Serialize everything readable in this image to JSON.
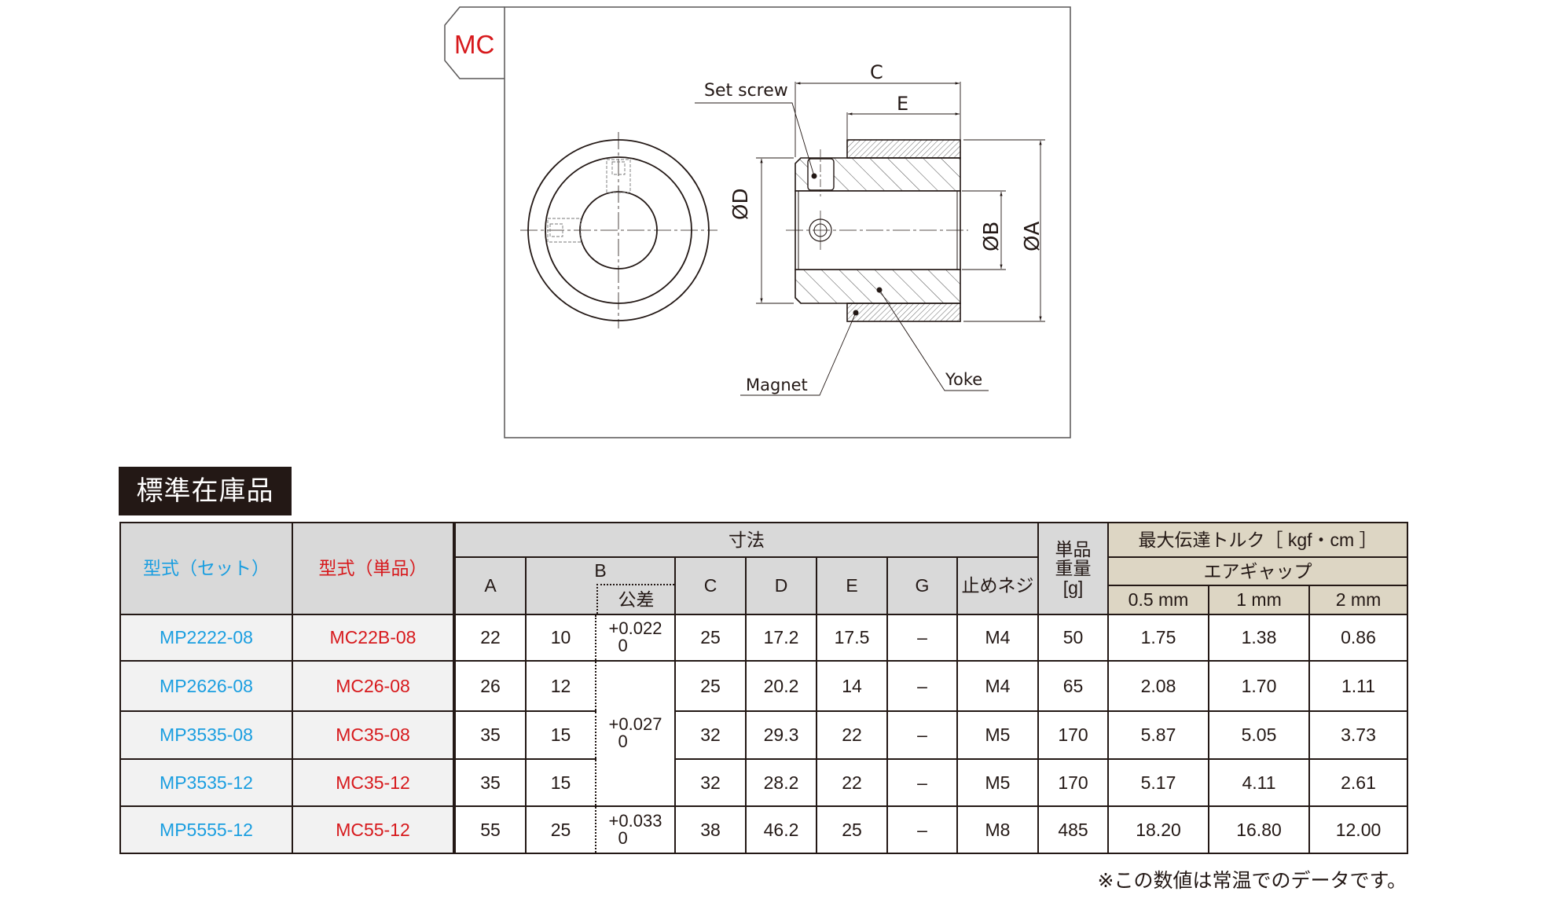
{
  "drawing": {
    "tab_label": "MC",
    "labels": {
      "set_screw": "Set screw",
      "magnet": "Magnet",
      "yoke": "Yoke",
      "dim_c": "C",
      "dim_e": "E",
      "dim_d": "ØD",
      "dim_b": "ØB",
      "dim_a": "ØA"
    }
  },
  "section_title": "標準在庫品",
  "table": {
    "headers": {
      "model_set": "型式（セット）",
      "model_single": "型式（単品）",
      "dimensions": "寸法",
      "A": "A",
      "B": "B",
      "tolerance": "公差",
      "C": "C",
      "D": "D",
      "E": "E",
      "G": "G",
      "set_screw": "止めネジ",
      "weight_line1": "単品",
      "weight_line2": "重量",
      "weight_unit": "[g]",
      "torque": "最大伝達トルク［ kgf・cm ］",
      "air_gap": "エアギャップ",
      "gap_05": "0.5 mm",
      "gap_1": "1 mm",
      "gap_2": "2 mm"
    },
    "rows": [
      {
        "model_set": "MP2222-08",
        "model_single": "MC22B-08",
        "A": "22",
        "B": "10",
        "tol_upper": "+0.022",
        "tol_lower": "0",
        "C": "25",
        "D": "17.2",
        "E": "17.5",
        "G": "–",
        "screw": "M4",
        "weight": "50",
        "t05": "1.75",
        "t1": "1.38",
        "t2": "0.86"
      },
      {
        "model_set": "MP2626-08",
        "model_single": "MC26-08",
        "A": "26",
        "B": "12",
        "tol_upper": "+0.027",
        "tol_lower": "0",
        "C": "25",
        "D": "20.2",
        "E": "14",
        "G": "–",
        "screw": "M4",
        "weight": "65",
        "t05": "2.08",
        "t1": "1.70",
        "t2": "1.11"
      },
      {
        "model_set": "MP3535-08",
        "model_single": "MC35-08",
        "A": "35",
        "B": "15",
        "C": "32",
        "D": "29.3",
        "E": "22",
        "G": "–",
        "screw": "M5",
        "weight": "170",
        "t05": "5.87",
        "t1": "5.05",
        "t2": "3.73"
      },
      {
        "model_set": "MP3535-12",
        "model_single": "MC35-12",
        "A": "35",
        "B": "15",
        "C": "32",
        "D": "28.2",
        "E": "22",
        "G": "–",
        "screw": "M5",
        "weight": "170",
        "t05": "5.17",
        "t1": "4.11",
        "t2": "2.61"
      },
      {
        "model_set": "MP5555-12",
        "model_single": "MC55-12",
        "A": "55",
        "B": "25",
        "tol_upper": "+0.033",
        "tol_lower": "0",
        "C": "38",
        "D": "46.2",
        "E": "25",
        "G": "–",
        "screw": "M8",
        "weight": "485",
        "t05": "18.20",
        "t1": "16.80",
        "t2": "12.00"
      }
    ]
  },
  "note": "※この数値は常温でのデータです。",
  "colors": {
    "set_model": "#1a9ee0",
    "single_model": "#d7191c",
    "header_bg": "#d9d9d9",
    "torque_header_bg": "#ddd6c4",
    "title_bg": "#231815"
  }
}
